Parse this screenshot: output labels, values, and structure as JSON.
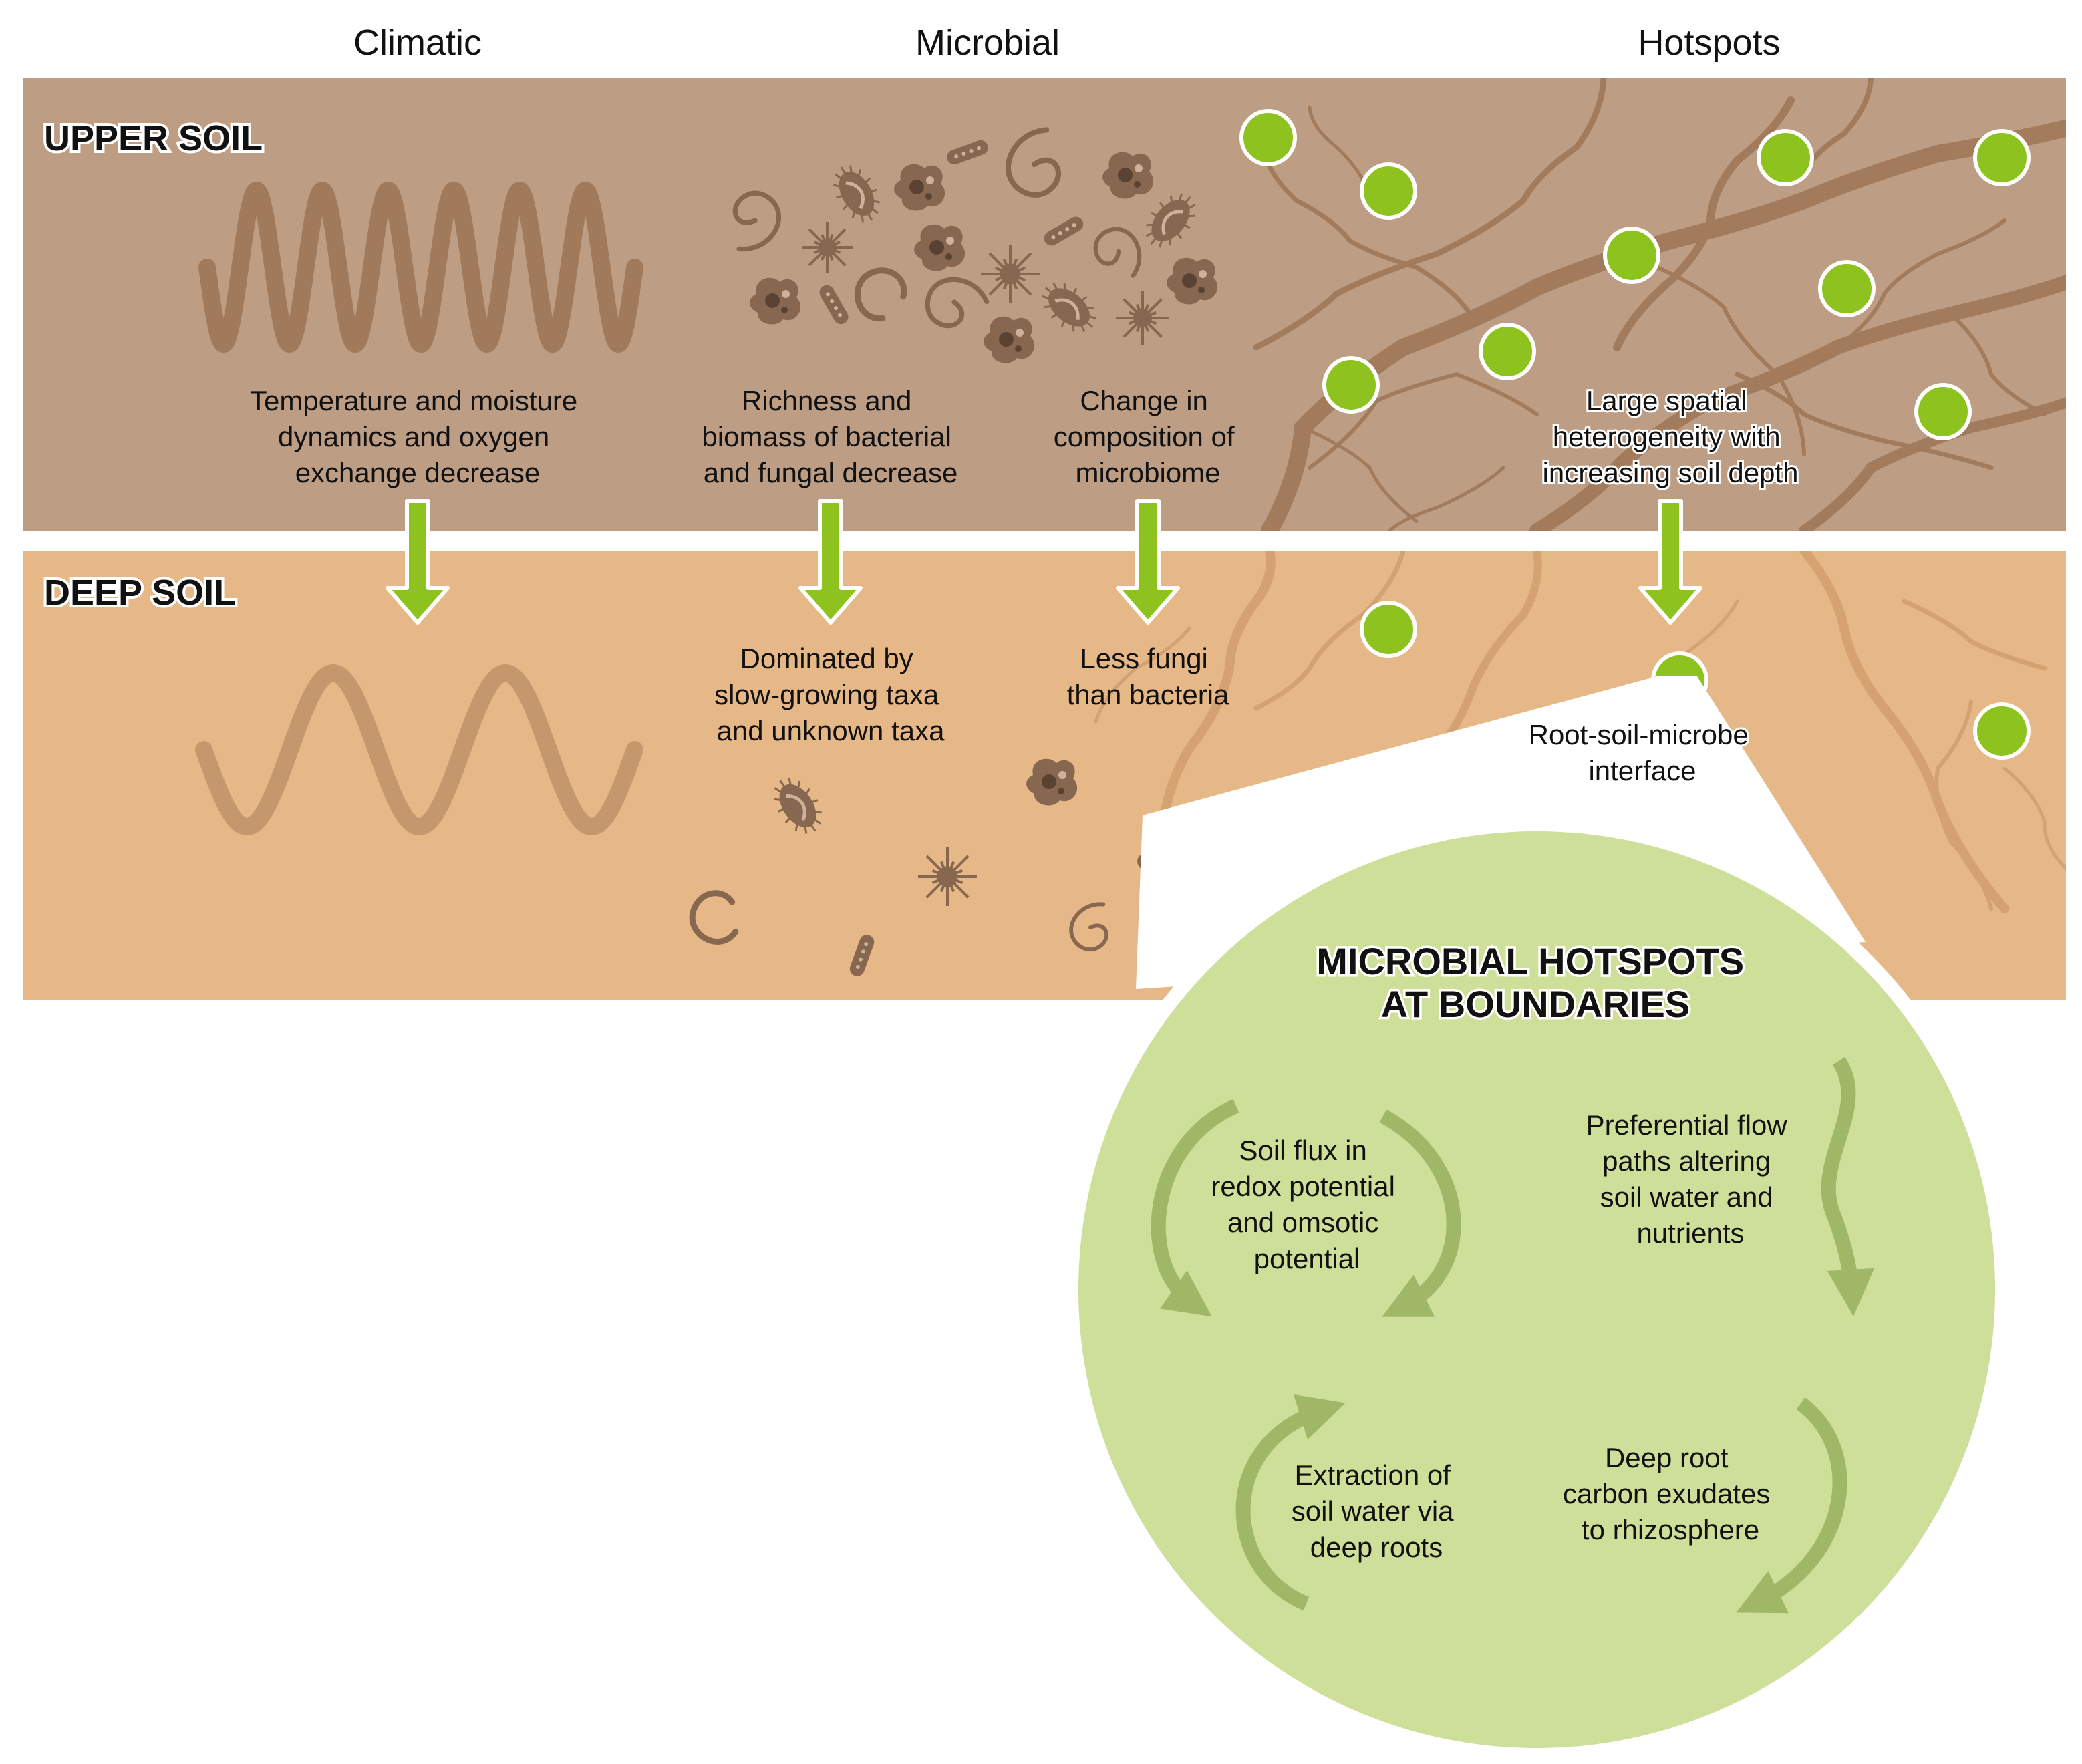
{
  "columns": {
    "climatic": "Climatic",
    "microbial": "Microbial",
    "hotspots": "Hotspots"
  },
  "layers": {
    "upper": "UPPER SOIL",
    "deep": "DEEP SOIL"
  },
  "upper_text": {
    "climatic": [
      "Temperature and moisture",
      "dynamics and oxygen",
      "exchange decrease"
    ],
    "microbial_biomass": [
      "Richness and",
      "biomass of bacterial",
      "and fungal decrease"
    ],
    "microbial_composition": [
      "Change in",
      "composition of",
      "microbiome"
    ],
    "hotspots": [
      "Large spatial",
      "heterogeneity with",
      "increasing soil depth"
    ]
  },
  "deep_text": {
    "microbial_taxa": [
      "Dominated by",
      "slow-growing taxa",
      "and unknown taxa"
    ],
    "microbial_fungi": [
      "Less fungi",
      "than bacteria"
    ],
    "interface": [
      "Root-soil-microbe",
      "interface"
    ]
  },
  "hotspot_circle": {
    "title": [
      "MICROBIAL HOTSPOTS",
      "AT BOUNDARIES"
    ],
    "flux": [
      "Soil flux in",
      "redox potential",
      "and omsotic",
      "potential"
    ],
    "flow": [
      "Preferential flow",
      "paths altering",
      "soil water and",
      "nutrients"
    ],
    "extraction": [
      "Extraction of",
      "soil water via",
      "deep roots"
    ],
    "exudates": [
      "Deep root",
      "carbon exudates",
      "to rhizosphere"
    ]
  },
  "colors": {
    "upper_soil": "#bd9e85",
    "deep_soil": "#e6b888",
    "wave": "#a17a5c",
    "root": "#a07858",
    "arrow_green": "#8dc21f",
    "hotspot_green": "#8dc21f",
    "circle_fill": "#cddf98",
    "circle_arrow": "#9fb766",
    "microbe": "#87674f"
  },
  "icons": {
    "wave": "wave-icon",
    "arrow": "down-arrow-icon",
    "hotspot": "hotspot-dot-icon",
    "microbe": "microbe-icon",
    "root": "root-network-icon",
    "cycle_arrow": "curved-arrow-icon"
  }
}
